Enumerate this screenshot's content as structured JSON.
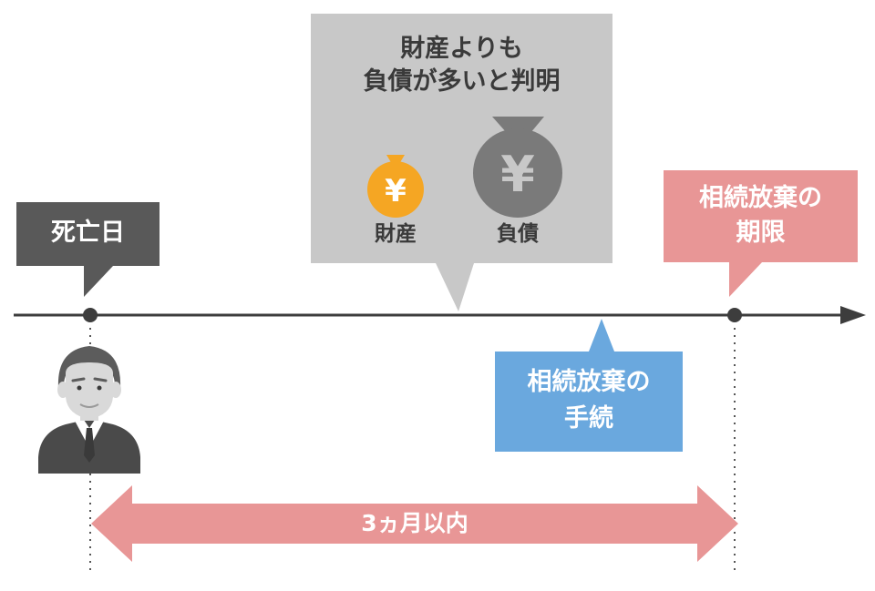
{
  "callouts": {
    "death_date": {
      "label": "死亡日",
      "color": "#595959"
    },
    "debt_discovered": {
      "line1": "財産よりも",
      "line2": "負債が多いと判明",
      "color": "#c8c8c8",
      "assets_label": "財産",
      "debts_label": "負債",
      "assets_bag_color": "#f5a623",
      "debts_bag_color": "#7a7a7a"
    },
    "renunciation_deadline": {
      "line1": "相続放棄の",
      "line2": "期限",
      "color": "#e89696"
    },
    "renunciation_procedure": {
      "line1": "相続放棄の",
      "line2": "手続",
      "color": "#6aa8de"
    }
  },
  "period": {
    "label": "3ヵ月以内",
    "color": "#e89696"
  },
  "icons": {
    "yen_symbol": "¥",
    "person": "elderly-man-icon"
  },
  "colors": {
    "timeline": "#3d3d3d",
    "dotted_guide": "#555555"
  }
}
